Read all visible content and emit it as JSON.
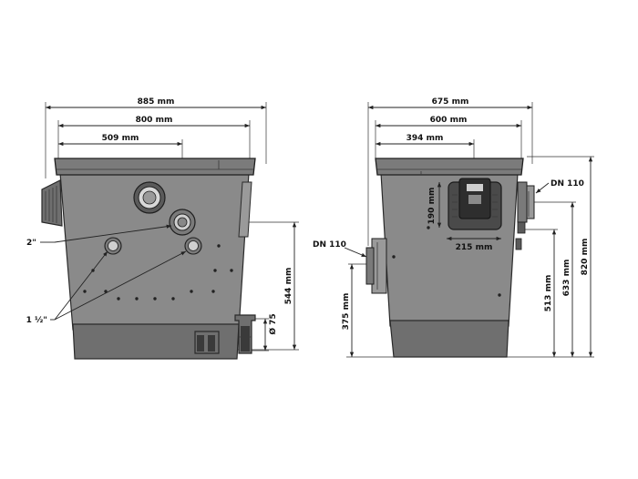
{
  "front": {
    "dim_width_total": "885 mm",
    "dim_width_body": "800 mm",
    "dim_outlet_pos": "509 mm",
    "dim_height_outlet": "544 mm",
    "dim_diameter": "Ø 75",
    "label_inlet_large": "2\"",
    "label_inlet_small": "1 ½\""
  },
  "side": {
    "dim_width_total": "675 mm",
    "dim_width_body": "600 mm",
    "dim_pump_pos": "394 mm",
    "dim_pump_height": "190 mm",
    "dim_pump_width": "215 mm",
    "label_dn_right": "DN 110",
    "label_dn_left": "DN 110",
    "dim_h_375": "375 mm",
    "dim_h_513": "513 mm",
    "dim_h_633": "633 mm",
    "dim_h_820": "820 mm"
  },
  "colors": {
    "body": "#8a8a8a",
    "outline": "#2a2a2a",
    "text": "#111111"
  }
}
